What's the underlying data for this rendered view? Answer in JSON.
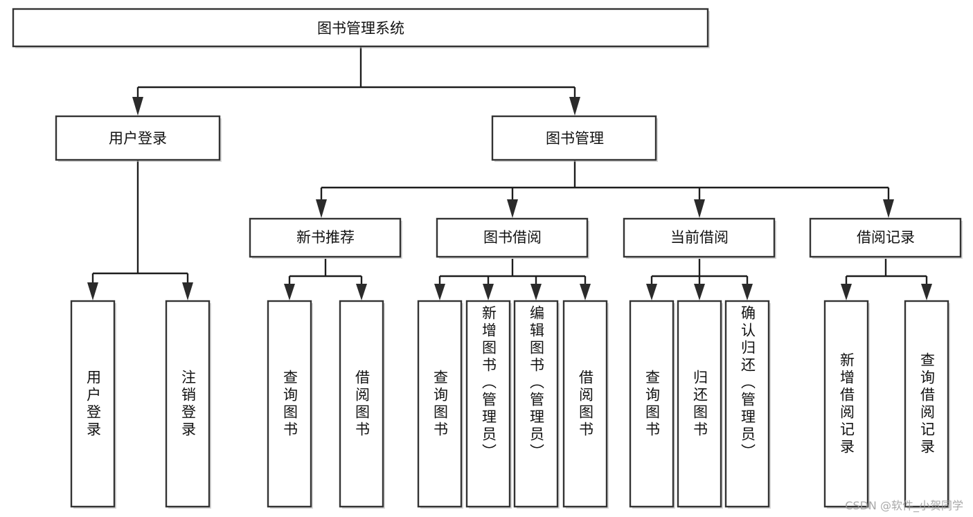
{
  "diagram": {
    "type": "tree",
    "title": "图书管理系统",
    "watermark": "CSDN @软件_小贺同学",
    "colors": {
      "box_stroke": "#333333",
      "box_fill": "#ffffff",
      "connector": "#1d1d1d",
      "text": "#111111",
      "watermark": "#9a9a9a",
      "background": "#ffffff"
    },
    "levels": {
      "root": {
        "label": "图书管理系统"
      },
      "level2": [
        {
          "label": "用户登录"
        },
        {
          "label": "图书管理"
        }
      ],
      "level3": [
        {
          "label": "新书推荐"
        },
        {
          "label": "图书借阅"
        },
        {
          "label": "当前借阅"
        },
        {
          "label": "借阅记录"
        }
      ],
      "leaves": [
        {
          "label": "用户登录",
          "parent": "用户登录"
        },
        {
          "label": "注销登录",
          "parent": "用户登录"
        },
        {
          "label": "查询图书",
          "parent": "新书推荐"
        },
        {
          "label": "借阅图书",
          "parent": "新书推荐"
        },
        {
          "label": "查询图书",
          "parent": "图书借阅"
        },
        {
          "label": "新增图书（管理员）",
          "parent": "图书借阅"
        },
        {
          "label": "编辑图书（管理员）",
          "parent": "图书借阅"
        },
        {
          "label": "借阅图书",
          "parent": "图书借阅"
        },
        {
          "label": "查询图书",
          "parent": "当前借阅"
        },
        {
          "label": "归还图书",
          "parent": "当前借阅"
        },
        {
          "label": "确认归还（管理员）",
          "parent": "当前借阅"
        },
        {
          "label": "新增借阅记录",
          "parent": "借阅记录"
        },
        {
          "label": "查询借阅记录",
          "parent": "借阅记录"
        }
      ]
    }
  }
}
